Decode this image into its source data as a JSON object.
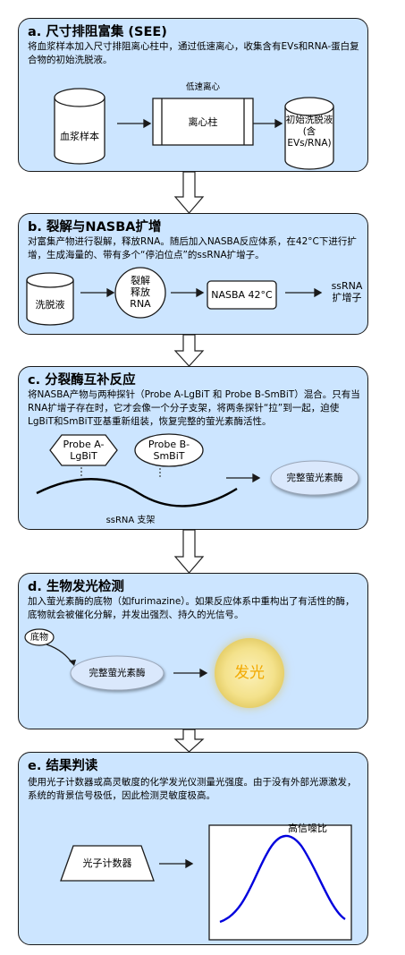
{
  "sections": [
    {
      "title": "a. 尺寸排阻富集 (SEE)",
      "description": "将血浆样本加入尺寸排阻离心柱中，通过低速离心，收集含有EVs和RNA-蛋白复合物的初始洗脱液。",
      "nodes": {
        "plasma": "血浆样本",
        "centrifuge_label": "低速离心",
        "column": "离心柱",
        "eluate": "初始洗脱液\n(含\nEVs/RNA)"
      }
    },
    {
      "title": "b. 裂解与NASBA扩增",
      "description": "对富集产物进行裂解，释放RNA。随后加入NASBA反应体系，在42°C下进行扩增，生成海量的、带有多个“停泊位点”的ssRNA扩增子。",
      "nodes": {
        "eluate": "洗脱液",
        "lyse": "裂解\n释放\nRNA",
        "nasba": "NASBA 42°C",
        "amplicon": "ssRNA\n扩增子"
      }
    },
    {
      "title": "c. 分裂酶互补反应",
      "description": "将NASBA产物与两种探针（Probe A-LgBiT 和 Probe B-SmBiT）混合。只有当RNA扩增子存在时，它才会像一个分子支架，将两条探针“拉”到一起，迫使LgBiT和SmBiT亚基重新组装，恢复完整的萤光素酶活性。",
      "nodes": {
        "probe_a": "Probe A-\nLgBiT",
        "probe_b": "Probe B-\nSmBiT",
        "enzyme": "完整萤光素酶",
        "scaffold": "ssRNA 支架"
      }
    },
    {
      "title": "d. 生物发光检测",
      "description": "加入萤光素酶的底物（如furimazine）。如果反应体系中重构出了有活性的酶，底物就会被催化分解，并发出强烈、持久的光信号。",
      "nodes": {
        "substrate": "底物",
        "enzyme": "完整萤光素酶",
        "light": "发光"
      }
    },
    {
      "title": "e. 结果判读",
      "description": "使用光子计数器或高灵敏度的化学发光仪测量光强度。由于没有外部光源激发，系统的背景信号极低，因此检测灵敏度极高。",
      "nodes": {
        "counter": "光子计数器",
        "snr": "高信噪比"
      }
    }
  ],
  "colors": {
    "panel_fill": "#cce5ff",
    "stroke": "#1a1a1a",
    "curve": "#0000dd",
    "glow": "#f0d870",
    "light_text": "#f2a900",
    "enzyme_fill": "#dae8fc"
  }
}
